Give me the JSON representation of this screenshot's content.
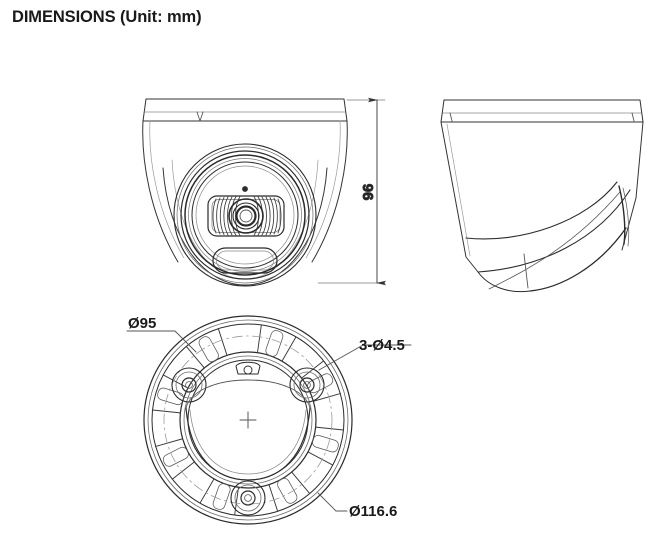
{
  "page": {
    "title": "DIMENSIONS (Unit: mm)",
    "unit": "mm",
    "background_color": "#ffffff",
    "line_color": "#333333",
    "text_color": "#1a1a1a"
  },
  "views": {
    "front": {
      "name": "front-elevation-view",
      "label": ""
    },
    "side": {
      "name": "side-elevation-view",
      "label": ""
    },
    "bottom": {
      "name": "bottom-plan-view",
      "label": ""
    }
  },
  "dimensions": {
    "height": {
      "value": "96",
      "orientation": "vertical",
      "view": "front"
    },
    "inner_diameter": {
      "value": "Ø95",
      "view": "bottom"
    },
    "screw_holes": {
      "value": "3-Ø4.5",
      "view": "bottom"
    },
    "outer_diameter": {
      "value": "Ø116.6",
      "view": "bottom"
    }
  }
}
